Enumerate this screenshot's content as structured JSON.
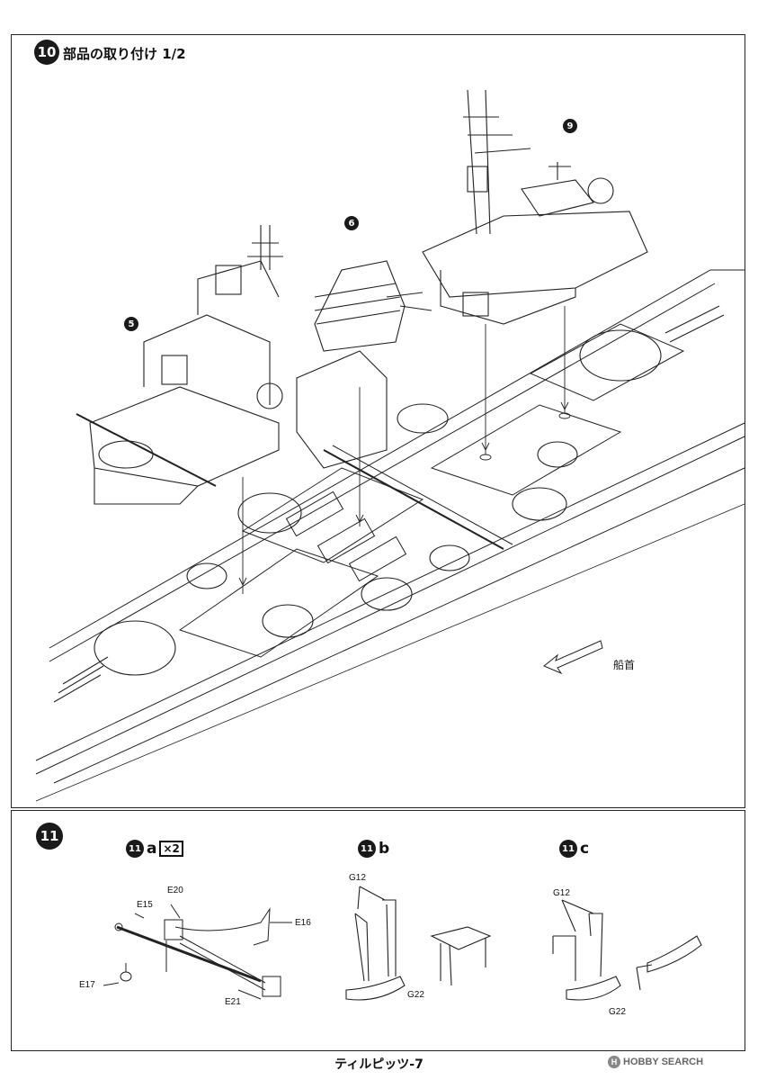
{
  "step10": {
    "number": "10",
    "title": "部品の取り付け 1/2",
    "callouts": {
      "a": "5",
      "b": "6",
      "c": "9"
    },
    "bow_label": "船首"
  },
  "step11": {
    "number": "11",
    "subs": [
      {
        "num": "11",
        "letter": "a",
        "qty": "×2",
        "parts": [
          "E20",
          "E15",
          "E16",
          "E17",
          "E21"
        ]
      },
      {
        "num": "11",
        "letter": "b",
        "parts": [
          "G12",
          "G22"
        ]
      },
      {
        "num": "11",
        "letter": "c",
        "parts": [
          "G12",
          "G22"
        ]
      }
    ]
  },
  "footer": {
    "page_label": "ティルピッツ-7"
  },
  "watermark": {
    "logo": "H",
    "text": "HOBBY SEARCH"
  },
  "icons": [
    "step-number-badge",
    "arrow-icon",
    "ship-hull-drawing",
    "superstructure-drawing",
    "crane-drawing",
    "ladder-drawing"
  ]
}
